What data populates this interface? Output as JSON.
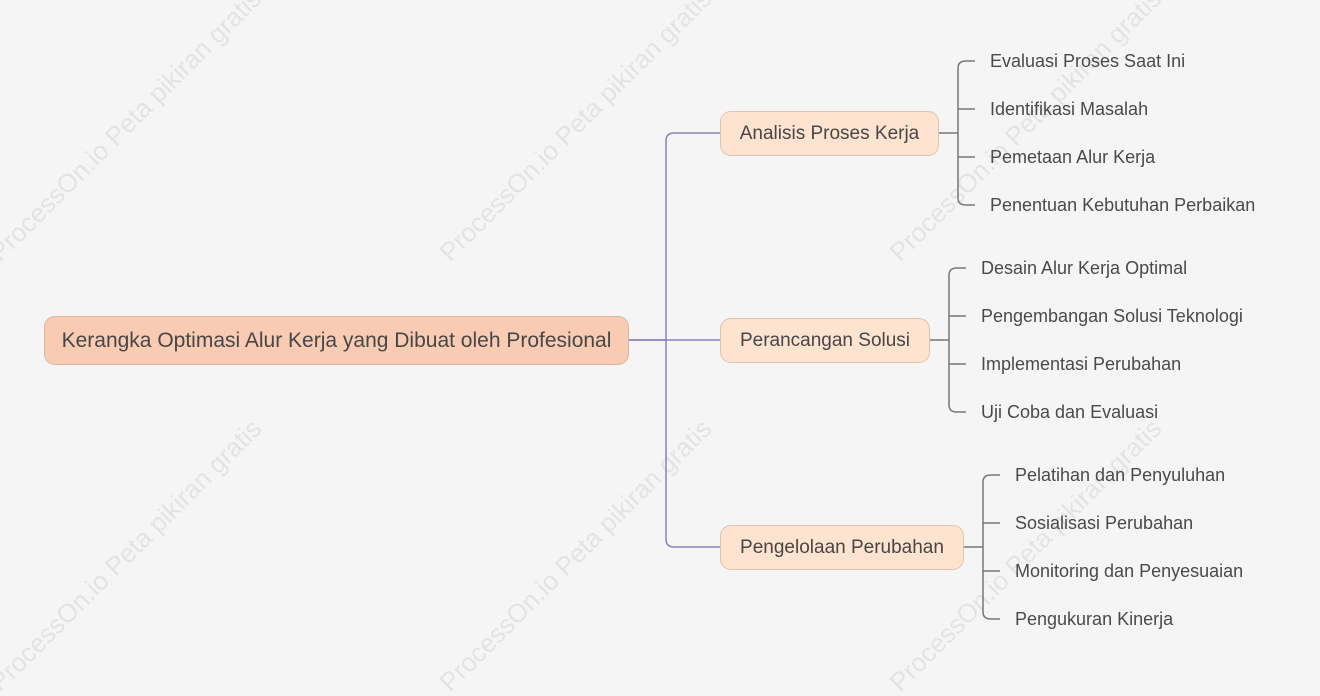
{
  "watermark": "ProcessOn.io Peta pikiran gratis",
  "root": {
    "label": "Kerangka Optimasi Alur Kerja yang Dibuat oleh Profesional"
  },
  "branches": [
    {
      "label": "Analisis Proses Kerja",
      "children": [
        "Evaluasi Proses Saat Ini",
        "Identifikasi Masalah",
        "Pemetaan Alur Kerja",
        "Penentuan Kebutuhan Perbaikan"
      ]
    },
    {
      "label": "Perancangan Solusi",
      "children": [
        "Desain Alur Kerja Optimal",
        "Pengembangan Solusi Teknologi",
        "Implementasi Perubahan",
        "Uji Coba dan Evaluasi"
      ]
    },
    {
      "label": "Pengelolaan Perubahan",
      "children": [
        "Pelatihan dan Penyuluhan",
        "Sosialisasi Perubahan",
        "Monitoring dan Penyesuaian",
        "Pengukuran Kinerja"
      ]
    }
  ],
  "colors": {
    "background": "#f5f5f5",
    "root_fill": "#f8cbb2",
    "branch_fill": "#fde3d0",
    "main_connector": "#8b82bd",
    "leaf_connector": "#777777",
    "text": "#474747"
  }
}
